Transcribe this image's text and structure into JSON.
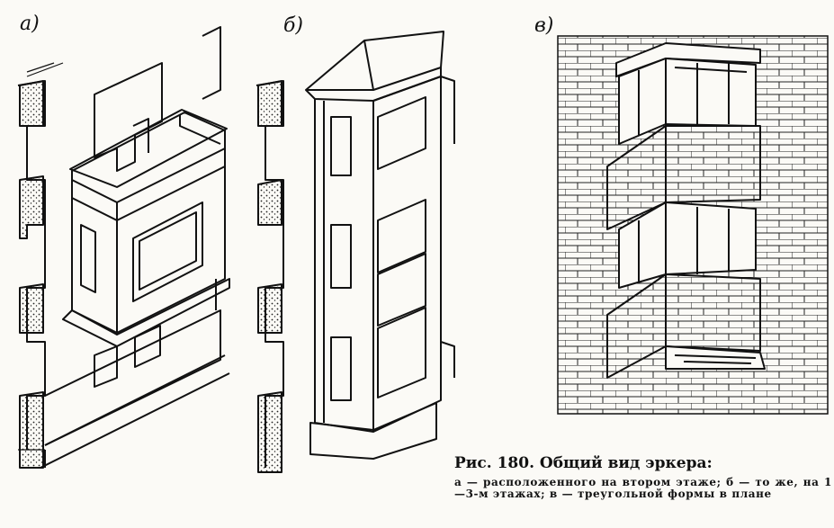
{
  "figure": {
    "panels": [
      {
        "label": "а)"
      },
      {
        "label": "б)"
      },
      {
        "label": "в)"
      }
    ],
    "caption": {
      "title": "Рис. 180. Общий вид эркера:",
      "text": "а — расположенного на втором этаже; б — то же, на 1—3-м этажах; в — треугольной формы в плане"
    }
  }
}
